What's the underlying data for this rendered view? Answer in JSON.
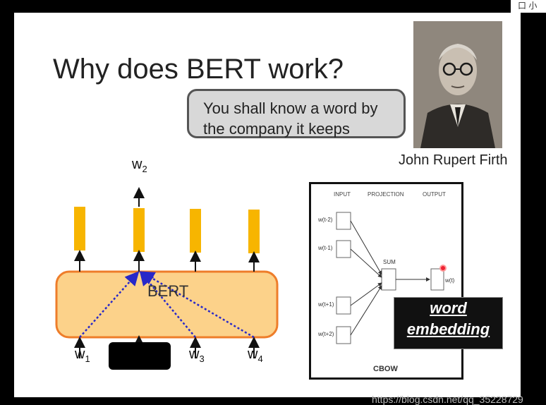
{
  "slide": {
    "title": "Why does BERT work?",
    "quote_line1": "You shall know a word by",
    "quote_line2": "the company it keeps",
    "person_name": "John Rupert Firth"
  },
  "bert": {
    "label": "BERT",
    "output_label": {
      "base": "w",
      "sub": "2"
    },
    "inputs": [
      {
        "base": "w",
        "sub": "1"
      },
      {
        "base": "w",
        "sub": "3"
      },
      {
        "base": "w",
        "sub": "4"
      }
    ]
  },
  "cbow": {
    "headers": [
      "INPUT",
      "PROJECTION",
      "OUTPUT"
    ],
    "inputs": [
      "w(t-2)",
      "w(t-1)",
      "w(t+1)",
      "w(t+2)"
    ],
    "sum_label": "SUM",
    "output_label": "w(t)",
    "title": "CBOW"
  },
  "word_embedding": {
    "line1": "word",
    "line2": "embedding"
  },
  "topbar_text": "口 小",
  "watermark": "https://blog.csdn.net/qq_35228729",
  "colors": {
    "bert_box": "#fcd28a",
    "bert_border": "#ee7d2a",
    "bar": "#f7b500",
    "dotted": "#2828c8"
  }
}
